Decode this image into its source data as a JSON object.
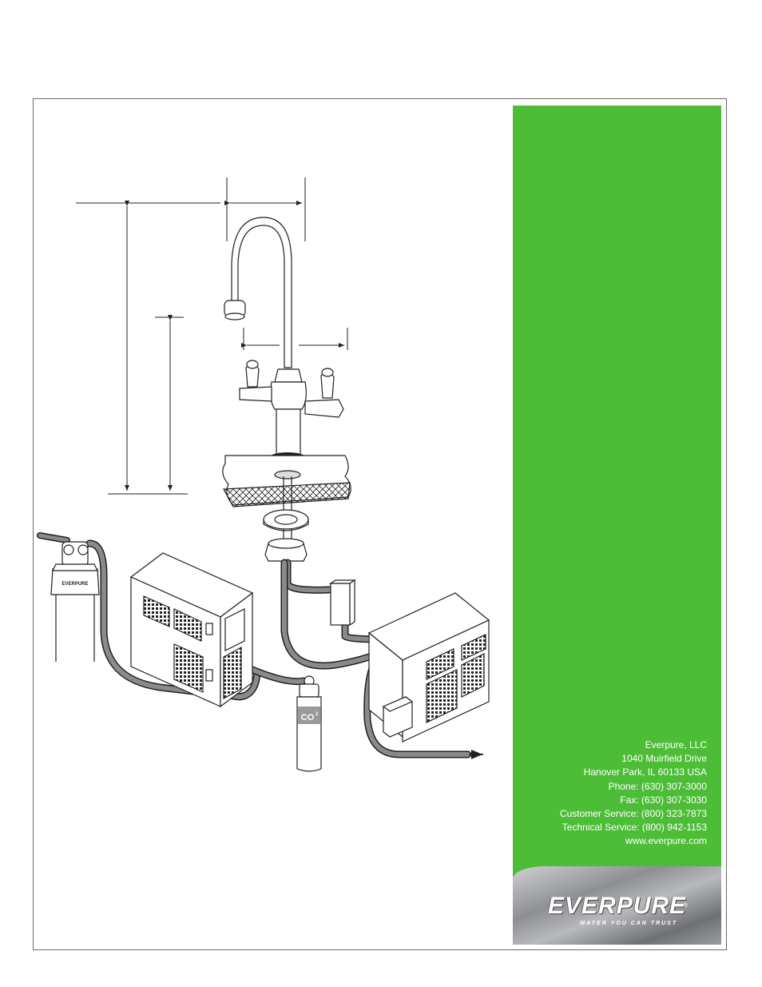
{
  "contact": {
    "company": "Everpure, LLC",
    "address1": "1040 Muirfield Drive",
    "address2": "Hanover Park, IL 60133 USA",
    "phone": "Phone: (630) 307-3000",
    "fax": "Fax: (630) 307-3030",
    "customer_service": "Customer Service: (800) 323-7873",
    "technical_service": "Technical Service: (800) 942-1153",
    "website": "www.everpure.com"
  },
  "brand": {
    "name": "EVERPURE",
    "tagline": "WATER YOU CAN TRUST",
    "registered_mark": "®"
  },
  "diagram": {
    "co2_label": "CO",
    "co2_sub": "2",
    "filter_label": "EVERPURE"
  },
  "colors": {
    "panel_green": "#4dbd38",
    "tubing_gray": "#8a8a8a",
    "outline": "#231f20"
  }
}
